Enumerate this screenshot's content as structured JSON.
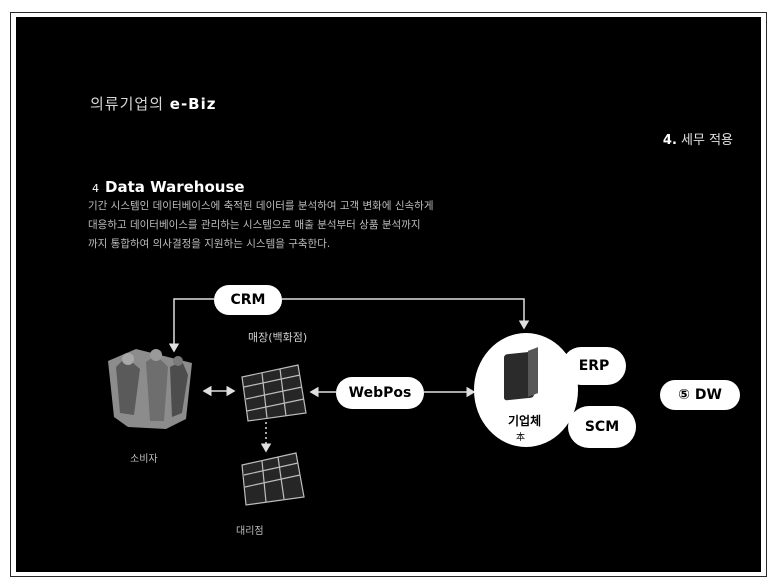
{
  "slide": {
    "subject_kr": "의류기업의 ",
    "subject_en": "e-Biz",
    "section_num": "4.",
    "section_text": " 세무 적용",
    "heading_num": "4",
    "heading": "Data Warehouse",
    "description": [
      "기간 시스템인 데이터베이스에 축적된 데이터를 분석하여 고객 변화에 신속하게",
      "대응하고 데이터베이스를 관리하는 시스템으로 매출 분석부터 상품 분석까지",
      "까지 통합하여 의사결정을 지원하는 시스템을 구축한다."
    ]
  },
  "diagram": {
    "crm": "CRM",
    "webpos": "WebPos",
    "erp": "ERP",
    "scm": "SCM",
    "dw": "⑤ DW",
    "corp": "기업체",
    "corp_sub": "本",
    "store_top": "매장(백화점)",
    "store_bottom": "대리점",
    "consumer": "소비자"
  }
}
